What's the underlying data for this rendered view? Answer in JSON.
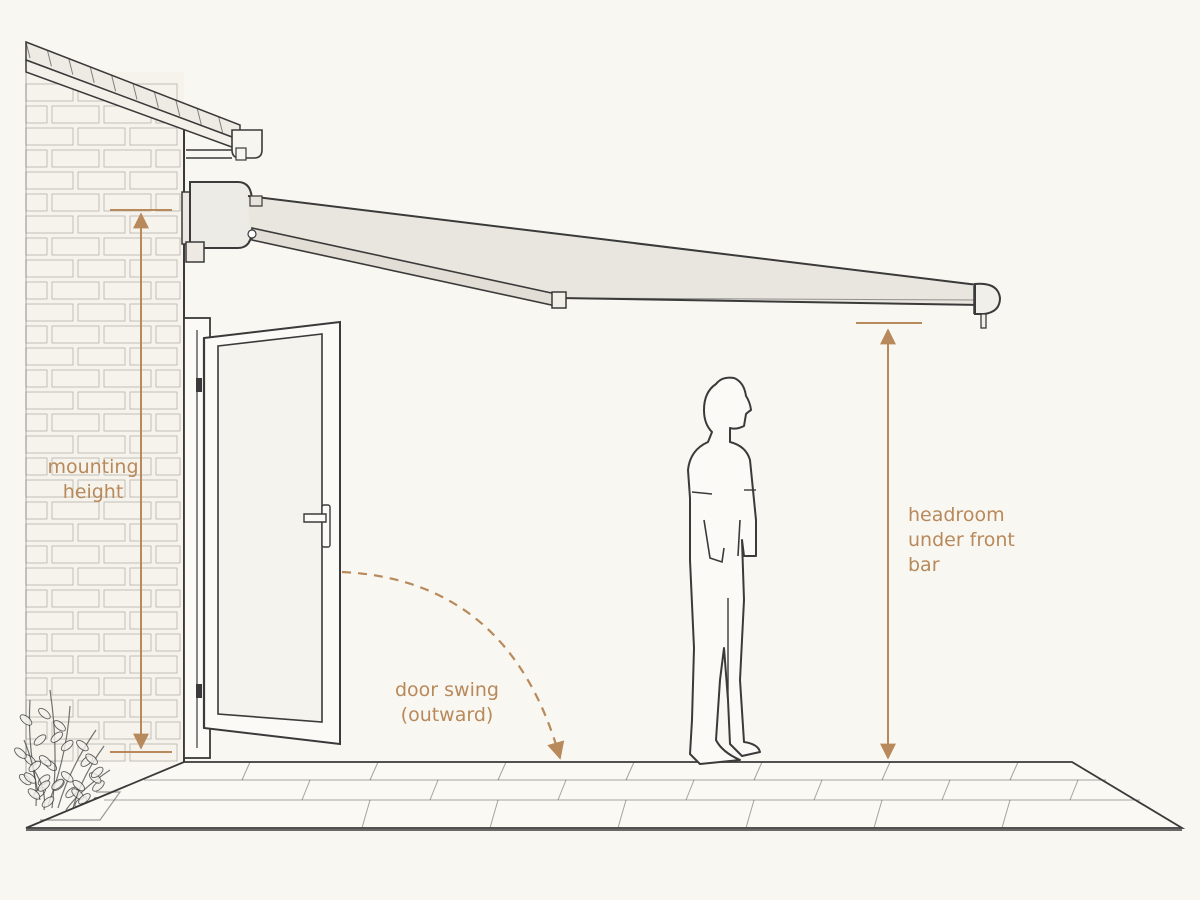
{
  "colors": {
    "background": "#f9f7f2",
    "line": "#3a3a3a",
    "annotation": "#b8895a",
    "awning_fabric": "#e9e6df",
    "wall": "#f6f3ec"
  },
  "labels": {
    "mounting_height": [
      "mounting",
      "height"
    ],
    "door_swing": [
      "door swing",
      "(outward)"
    ],
    "headroom": [
      "headroom",
      "under front",
      "bar"
    ]
  }
}
